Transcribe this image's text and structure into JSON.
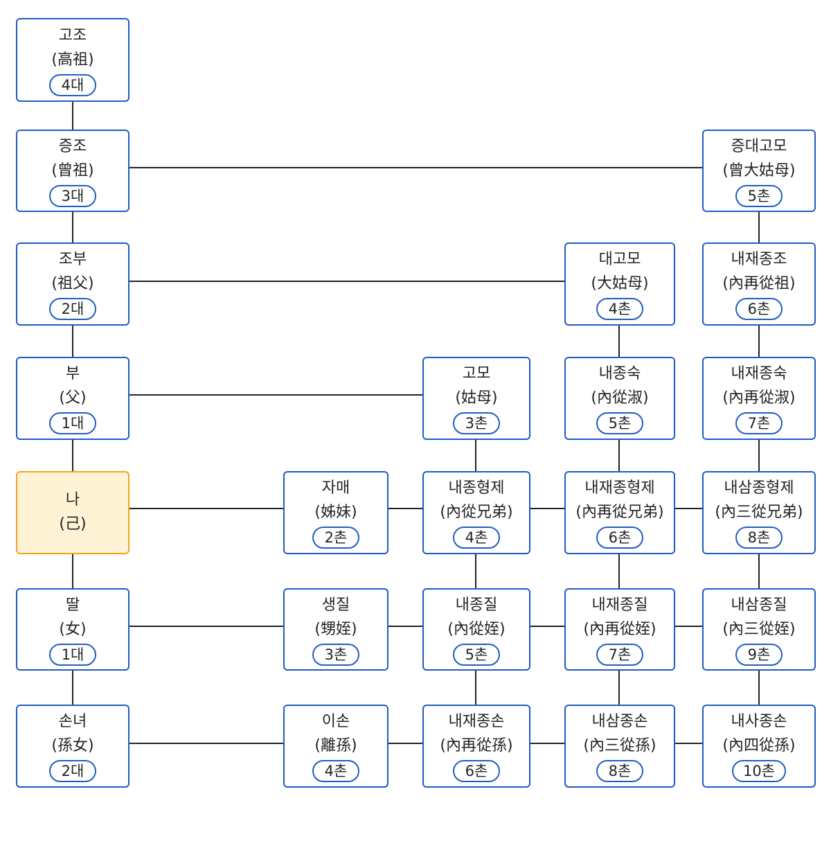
{
  "colors": {
    "border": "#1f5bc4",
    "self_border": "#f2a51a",
    "self_fill": "#fff3d6",
    "line": "#222222"
  },
  "nodes": [
    {
      "id": "goJo",
      "ko": "고조",
      "hanja": "(高祖)",
      "deg": "4대"
    },
    {
      "id": "jeungJo",
      "ko": "증조",
      "hanja": "(曾祖)",
      "deg": "3대"
    },
    {
      "id": "joBu",
      "ko": "조부",
      "hanja": "(祖父)",
      "deg": "2대"
    },
    {
      "id": "bu",
      "ko": "부",
      "hanja": "(父)",
      "deg": "1대"
    },
    {
      "id": "na",
      "ko": "나",
      "hanja": "(己)",
      "deg": "",
      "self": true
    },
    {
      "id": "ttal",
      "ko": "딸",
      "hanja": "(女)",
      "deg": "1대"
    },
    {
      "id": "sonnyeo",
      "ko": "손녀",
      "hanja": "(孫女)",
      "deg": "2대"
    },
    {
      "id": "jeungDaeGoMo",
      "ko": "증대고모",
      "hanja": "(曾大姑母)",
      "deg": "5촌"
    },
    {
      "id": "daeGoMo",
      "ko": "대고모",
      "hanja": "(大姑母)",
      "deg": "4촌"
    },
    {
      "id": "naeJaeJongJo",
      "ko": "내재종조",
      "hanja": "(內再從祖)",
      "deg": "6촌"
    },
    {
      "id": "goMo",
      "ko": "고모",
      "hanja": "(姑母)",
      "deg": "3촌"
    },
    {
      "id": "naeJongSuk",
      "ko": "내종숙",
      "hanja": "(內從淑)",
      "deg": "5촌"
    },
    {
      "id": "naeJaeJongSuk",
      "ko": "내재종숙",
      "hanja": "(內再從淑)",
      "deg": "7촌"
    },
    {
      "id": "jaMae",
      "ko": "자매",
      "hanja": "(姊妹)",
      "deg": "2촌"
    },
    {
      "id": "naeJongHyeongJe",
      "ko": "내종형제",
      "hanja": "(內從兄弟)",
      "deg": "4촌"
    },
    {
      "id": "naeJaeJongHyeongJe",
      "ko": "내재종형제",
      "hanja": "(內再從兄弟)",
      "deg": "6촌"
    },
    {
      "id": "naeSamJongHyeongJe",
      "ko": "내삼종형제",
      "hanja": "(內三從兄弟)",
      "deg": "8촌"
    },
    {
      "id": "saengJil",
      "ko": "생질",
      "hanja": "(甥姪)",
      "deg": "3촌"
    },
    {
      "id": "naeJongJil",
      "ko": "내종질",
      "hanja": "(內從姪)",
      "deg": "5촌"
    },
    {
      "id": "naeJaeJongJil",
      "ko": "내재종질",
      "hanja": "(內再從姪)",
      "deg": "7촌"
    },
    {
      "id": "naeSamJongJil",
      "ko": "내삼종질",
      "hanja": "(內三從姪)",
      "deg": "9촌"
    },
    {
      "id": "iSon",
      "ko": "이손",
      "hanja": "(離孫)",
      "deg": "4촌"
    },
    {
      "id": "naeJaeJongSon",
      "ko": "내재종손",
      "hanja": "(內再從孫)",
      "deg": "6촌"
    },
    {
      "id": "naeSamJongSon",
      "ko": "내삼종손",
      "hanja": "(內三從孫)",
      "deg": "8촌"
    },
    {
      "id": "naeSaJongSon",
      "ko": "내사종손",
      "hanja": "(內四從孫)",
      "deg": "10촌"
    }
  ]
}
